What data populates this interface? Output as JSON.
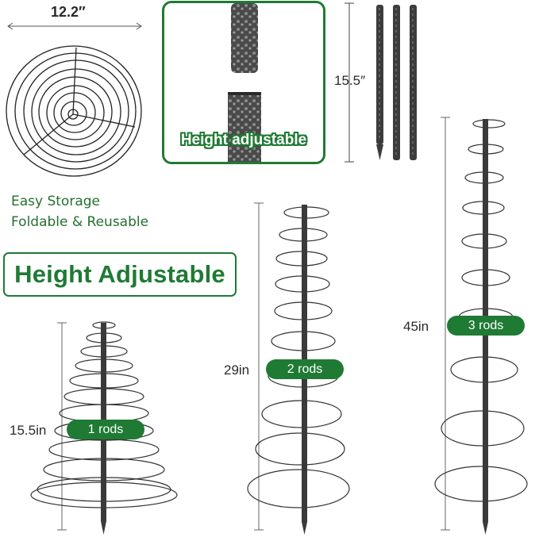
{
  "top_diameter_label": "12.2″",
  "storage_text": {
    "line1": "Easy Storage",
    "line2": "Foldable & Reusable"
  },
  "detail_label": "Height adjustable",
  "rod_length_label": "15.5″",
  "banner_text": "Height Adjustable",
  "trellises": [
    {
      "height_label": "15.5in",
      "rods_label": "1 rods"
    },
    {
      "height_label": "29in",
      "rods_label": "2 rods"
    },
    {
      "height_label": "45in",
      "rods_label": "3 rods"
    }
  ],
  "colors": {
    "brand_green": "#1f7a34",
    "wire": "#333333",
    "rod": "#3c3c3c"
  }
}
